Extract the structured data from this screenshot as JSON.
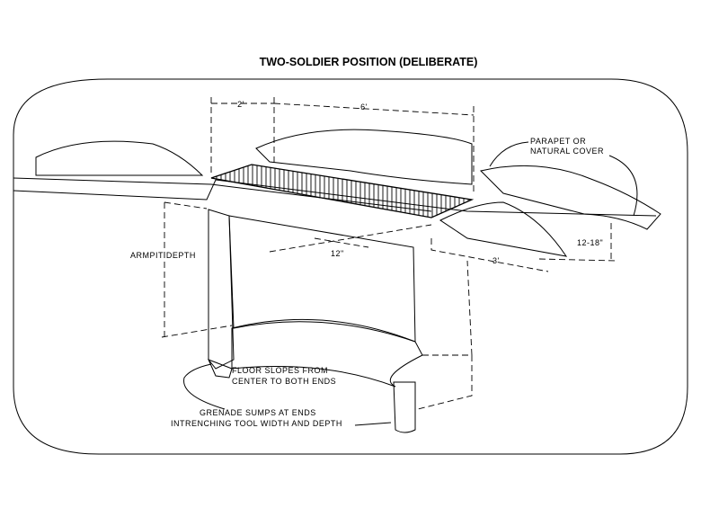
{
  "title": "TWO-SOLDIER POSITION (DELIBERATE)",
  "labels": {
    "width_2ft": "2'",
    "length_6ft": "6'",
    "parapet_line1": "PARAPET OR",
    "parapet_line2": "NATURAL COVER",
    "parapet_height": "12-18\"",
    "setback_12in": "12\"",
    "parapet_distance": "3'",
    "armpit_depth": "ARMPIT DEPTH",
    "floor_line1": "FLOOR SLOPES FROM",
    "floor_line2": "CENTER TO BOTH ENDS",
    "sumps_line1": "GRENADE SUMPS AT ENDS",
    "sumps_line2": "INTRENCHING TOOL WIDTH AND DEPTH"
  }
}
